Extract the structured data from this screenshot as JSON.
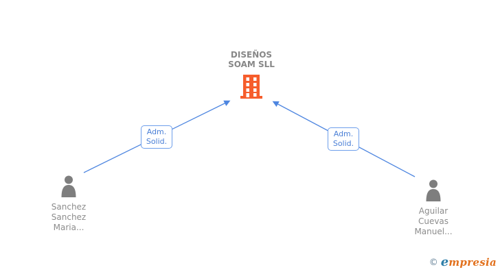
{
  "company": {
    "name": "DISEÑOS SOAM SLL"
  },
  "persons": [
    {
      "name": "Sanchez Sanchez Maria..."
    },
    {
      "name": "Aguilar Cuevas Manuel..."
    }
  ],
  "edges": [
    {
      "from": "Sanchez Sanchez Maria...",
      "to": "DISEÑOS SOAM SLL",
      "label": "Adm. Solid."
    },
    {
      "from": "Aguilar Cuevas Manuel...",
      "to": "DISEÑOS SOAM SLL",
      "label": "Adm. Solid."
    }
  ],
  "footer": {
    "copyright": "©",
    "brand_initial": "e",
    "brand_rest": "mpresia"
  },
  "icons": {
    "company": "building-icon",
    "person": "person-silhouette-icon",
    "arrows": "arrowhead-toward-company"
  },
  "colors": {
    "building_orange": "#F65D2C",
    "edge_blue": "#4E86E0",
    "label_border_blue": "#6D9EEB",
    "label_text_blue": "#4A7FD6",
    "node_text_gray": "#8C8C8C",
    "company_text_gray": "#878787",
    "person_icon_gray": "#7E7E7E",
    "brand_orange": "#E2711D",
    "brand_blue": "#2E7EA8"
  }
}
